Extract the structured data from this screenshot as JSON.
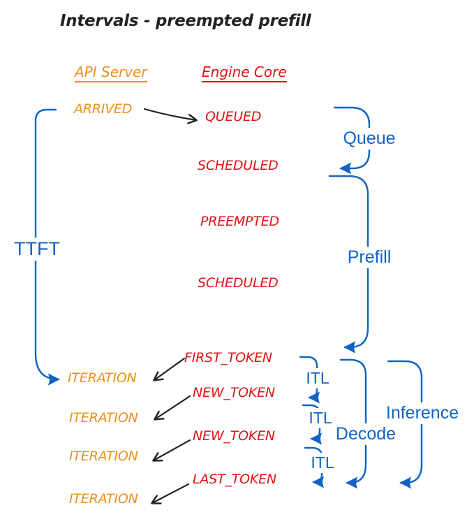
{
  "title": "Intervals - preempted prefill",
  "columns": {
    "api": "API Server",
    "engine": "Engine Core"
  },
  "events": {
    "arrived": "ARRIVED",
    "queued": "QUEUED",
    "scheduled_1": "SCHEDULED",
    "preempted": "PREEMPTED",
    "scheduled_2": "SCHEDULED",
    "first_token": "FIRST_TOKEN",
    "new_token_1": "NEW_TOKEN",
    "new_token_2": "NEW_TOKEN",
    "last_token": "LAST_TOKEN",
    "iteration_1": "ITERATION",
    "iteration_2": "ITERATION",
    "iteration_3": "ITERATION",
    "iteration_4": "ITERATION"
  },
  "intervals": {
    "ttft": "TTFT",
    "queue": "Queue",
    "prefill": "Prefill",
    "itl_1": "ITL",
    "itl_2": "ITL",
    "itl_3": "ITL",
    "decode": "Decode",
    "inference": "Inference"
  },
  "colors": {
    "blue": "#1063c5",
    "red": "#e01414",
    "orange": "#ef9018",
    "ink": "#222222",
    "background": "#ffffff"
  }
}
